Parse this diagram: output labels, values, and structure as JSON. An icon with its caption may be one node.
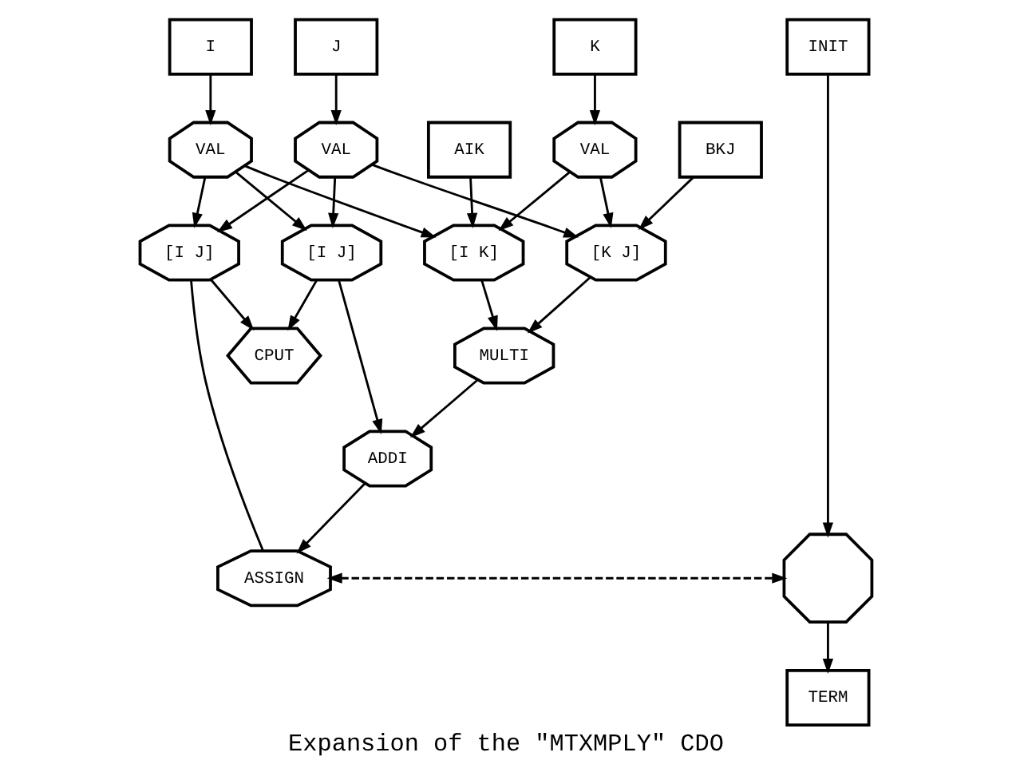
{
  "diagram": {
    "caption": "Expansion of the \"MTXMPLY\" CDO",
    "nodes": [
      {
        "text": [
          "I"
        ]
      },
      {
        "text": [
          "K"
        ]
      },
      {
        "text": [
          "J"
        ]
      },
      {
        "text": [
          "INIT"
        ]
      },
      {
        "text": [
          "VAL"
        ]
      },
      {
        "text": [
          "VAL"
        ]
      },
      {
        "text": [
          "VAL"
        ]
      },
      {
        "text": [
          "AIK"
        ]
      },
      {
        "text": [
          "BKJ"
        ]
      },
      {
        "text": [
          "[I K]"
        ]
      },
      {
        "text": [
          "[I J]"
        ]
      },
      {
        "text": [
          "[I J]"
        ]
      },
      {
        "text": [
          "[K J]"
        ]
      },
      {
        "text": [
          "CPUT"
        ]
      },
      {
        "text": [
          "MULTI"
        ]
      },
      {
        "text": [
          "ASSIGN"
        ]
      },
      {
        "text": [],
        "shape": "octagon"
      },
      {
        "text": [
          "ADDI"
        ]
      },
      {
        "text": [
          "TERM"
        ]
      }
    ],
    "edges": [
      {
        "from": 0,
        "to": 4,
        "arrow": "to"
      },
      {
        "from": 1,
        "to": 5,
        "arrow": "to"
      },
      {
        "from": 2,
        "to": 6,
        "arrow": "to"
      },
      {
        "from": 3,
        "to": 16,
        "arrow": "to"
      },
      {
        "from": 4,
        "to": 9,
        "arrow": "to"
      },
      {
        "from": 4,
        "to": 10,
        "arrow": "to"
      },
      {
        "from": 4,
        "to": 11,
        "arrow": "to"
      },
      {
        "from": 5,
        "to": 9,
        "arrow": "to"
      },
      {
        "from": 5,
        "to": 12,
        "arrow": "to"
      },
      {
        "from": 6,
        "to": 10,
        "arrow": "to"
      },
      {
        "from": 6,
        "to": 11,
        "arrow": "to"
      },
      {
        "from": 6,
        "to": 12,
        "arrow": "to"
      },
      {
        "from": 7,
        "to": 9,
        "arrow": "to"
      },
      {
        "from": 8,
        "to": 12,
        "arrow": "to"
      },
      {
        "from": 10,
        "to": 13,
        "arrow": "to"
      },
      {
        "from": 11,
        "to": 13,
        "arrow": "to"
      },
      {
        "from": 9,
        "to": 14,
        "arrow": "to"
      },
      {
        "from": 12,
        "to": 14,
        "arrow": "to"
      },
      {
        "from": 10,
        "to": 15,
        "arrow": "none"
      },
      {
        "from": 11,
        "to": 17,
        "arrow": "to"
      },
      {
        "from": 14,
        "to": 17,
        "arrow": "to"
      },
      {
        "from": 17,
        "to": 15,
        "arrow": "to"
      },
      {
        "from": 15,
        "to": 16,
        "arrow": "both",
        "style": "dashed"
      },
      {
        "from": 16,
        "to": 18,
        "arrow": "to"
      }
    ]
  }
}
